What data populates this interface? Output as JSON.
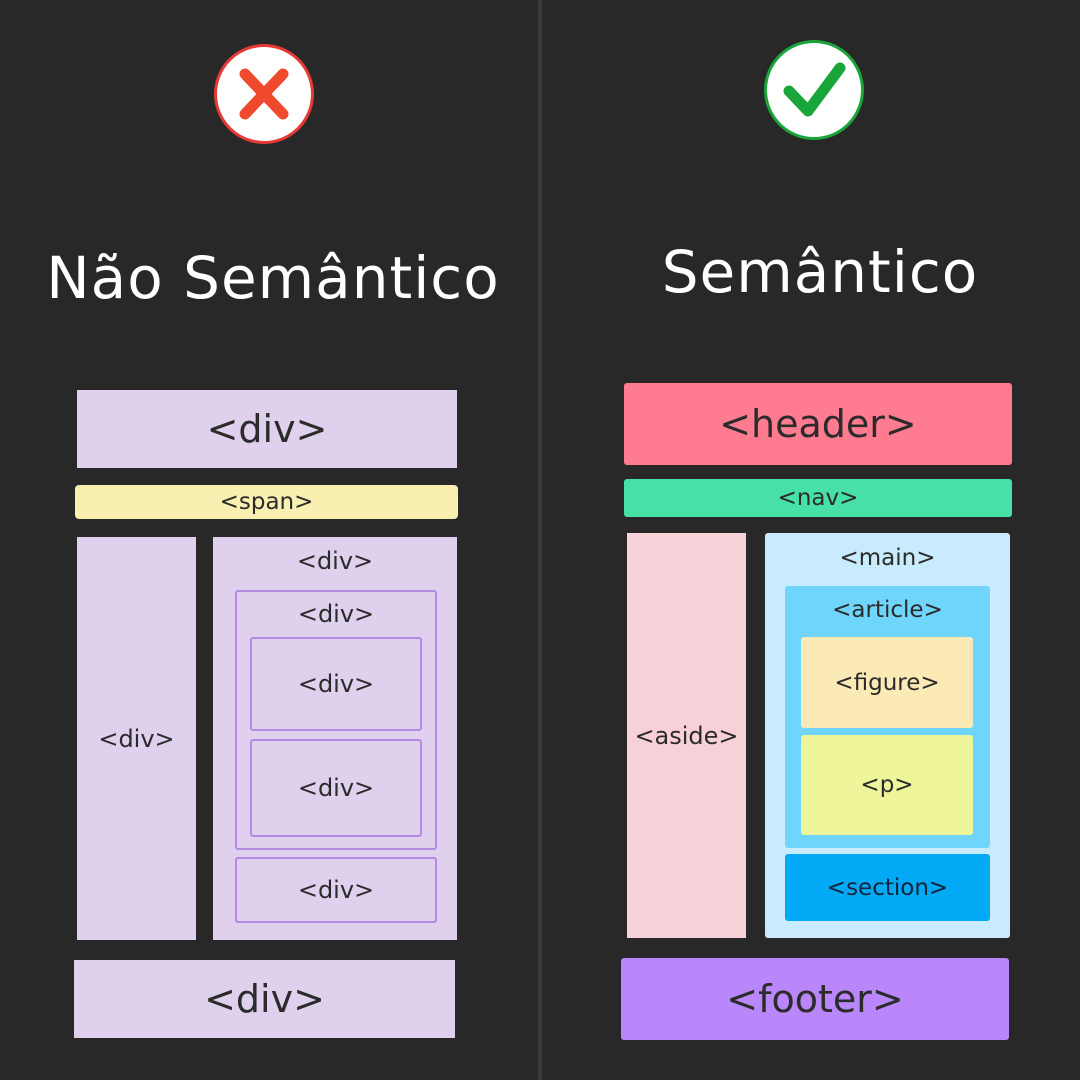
{
  "left": {
    "title": "Não Semântico",
    "status_icon": "cross-icon",
    "status_color": "#e53935",
    "blocks": {
      "top": "<div>",
      "bar": "<span>",
      "side": "<div>",
      "container": "<div>",
      "inner": "<div>",
      "inner_a": "<div>",
      "inner_b": "<div>",
      "lower": "<div>",
      "bottom": "<div>"
    }
  },
  "right": {
    "title": "Semântico",
    "status_icon": "check-icon",
    "status_color": "#1aa53a",
    "blocks": {
      "header": "<header>",
      "nav": "<nav>",
      "aside": "<aside>",
      "main": "<main>",
      "article": "<article>",
      "figure": "<figure>",
      "p": "<p>",
      "section": "<section>",
      "footer": "<footer>"
    }
  },
  "colors": {
    "background": "#282828",
    "div": "#dfd1ee",
    "div_border": "#b48ae3",
    "span": "#f9efb0",
    "header": "#ff7b90",
    "nav": "#47e0a6",
    "aside": "#f8d0d7",
    "main": "#c8ebfd",
    "article": "#6fd5fb",
    "figure": "#fbeab6",
    "p": "#eef59b",
    "section": "#03a9f4",
    "footer": "#b987fa"
  }
}
